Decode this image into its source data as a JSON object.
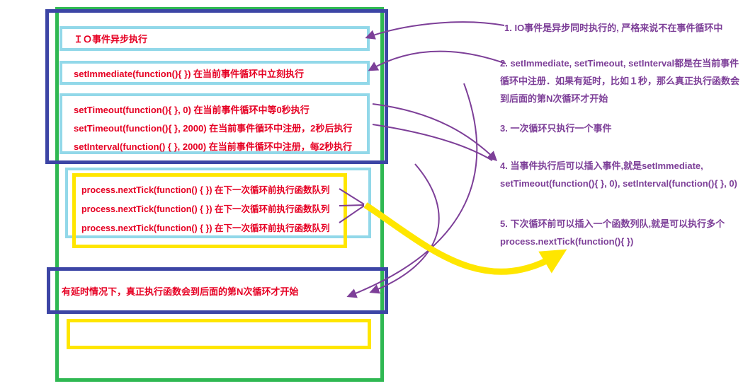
{
  "palette": {
    "green": "#2fb852",
    "blue": "#3c45a5",
    "cyan": "#92d8e9",
    "yellow": "#ffe600",
    "red_text": "#e60023",
    "purple": "#7d3f98"
  },
  "diagram": {
    "io_box": "ＩＯ事件异步执行",
    "set_immediate_box": "setImmediate(function(){ }) 在当前事件循环中立刻执行",
    "timer_box_lines": [
      "setTimeout(function(){ }, 0) 在当前事件循环中等0秒执行",
      "setTimeout(function(){ }, 2000) 在当前事件循环中注册，2秒后执行",
      "setInterval(function() { }, 2000) 在当前事件循环中注册，每2秒执行"
    ],
    "next_tick_lines": [
      "process.nextTick(function() { }) 在下一次循环前执行函数队列",
      "process.nextTick(function() { }) 在下一次循环前执行函数队列",
      "process.nextTick(function() { }) 在下一次循环前执行函数队列"
    ],
    "delay_box": "有延时情况下，真正执行函数会到后面的第N次循环才开始"
  },
  "notes": [
    "1. IO事件是异步同时执行的, 严格来说不在事件循环中",
    "2. setImmediate, setTimeout, setInterval都是在当前事件循环中注册．如果有延时，比如１秒，那么真正执行函数会到后面的第N次循环才开始",
    "3. 一次循环只执行一个事件",
    "4. 当事件执行后可以插入事件,就是setImmediate, setTimeout(function(){ }, 0), setInterval(function(){ }, 0)",
    "5. 下次循环前可以插入一个函数列队,就是可以执行多个 process.nextTick(function(){ })"
  ]
}
